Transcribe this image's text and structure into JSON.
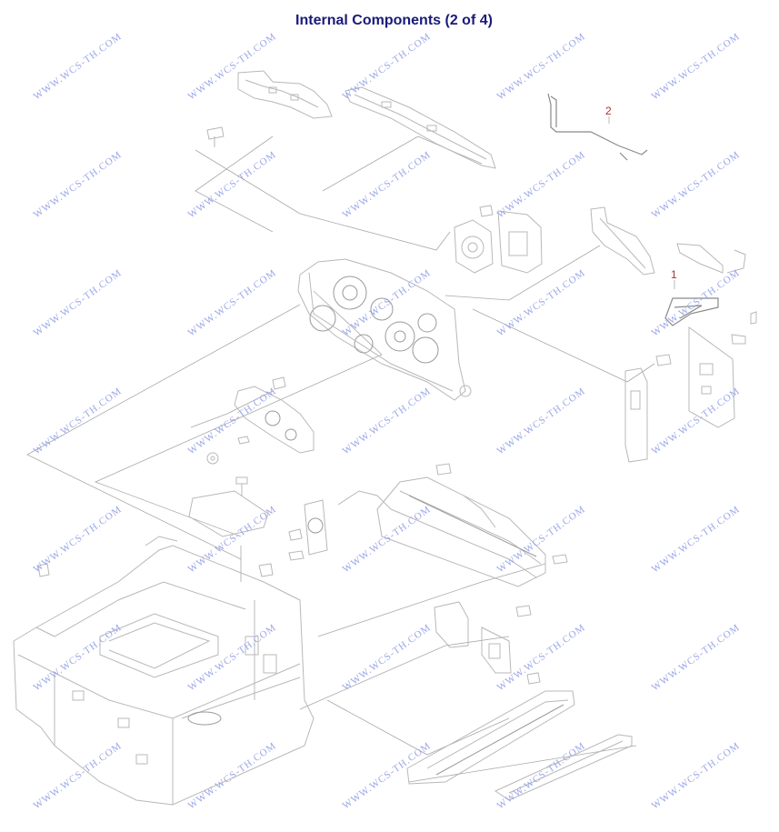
{
  "title": "Internal Components (2 of 4)",
  "watermark": "WWW.WCS-TH.COM",
  "callouts": [
    {
      "id": "callout-1",
      "label": "1"
    },
    {
      "id": "callout-2",
      "label": "2"
    }
  ],
  "colors": {
    "title": "#1a1a7a",
    "callout": "#b03030",
    "watermark": "#9aa6e8",
    "lines": "#b8b8b8"
  }
}
